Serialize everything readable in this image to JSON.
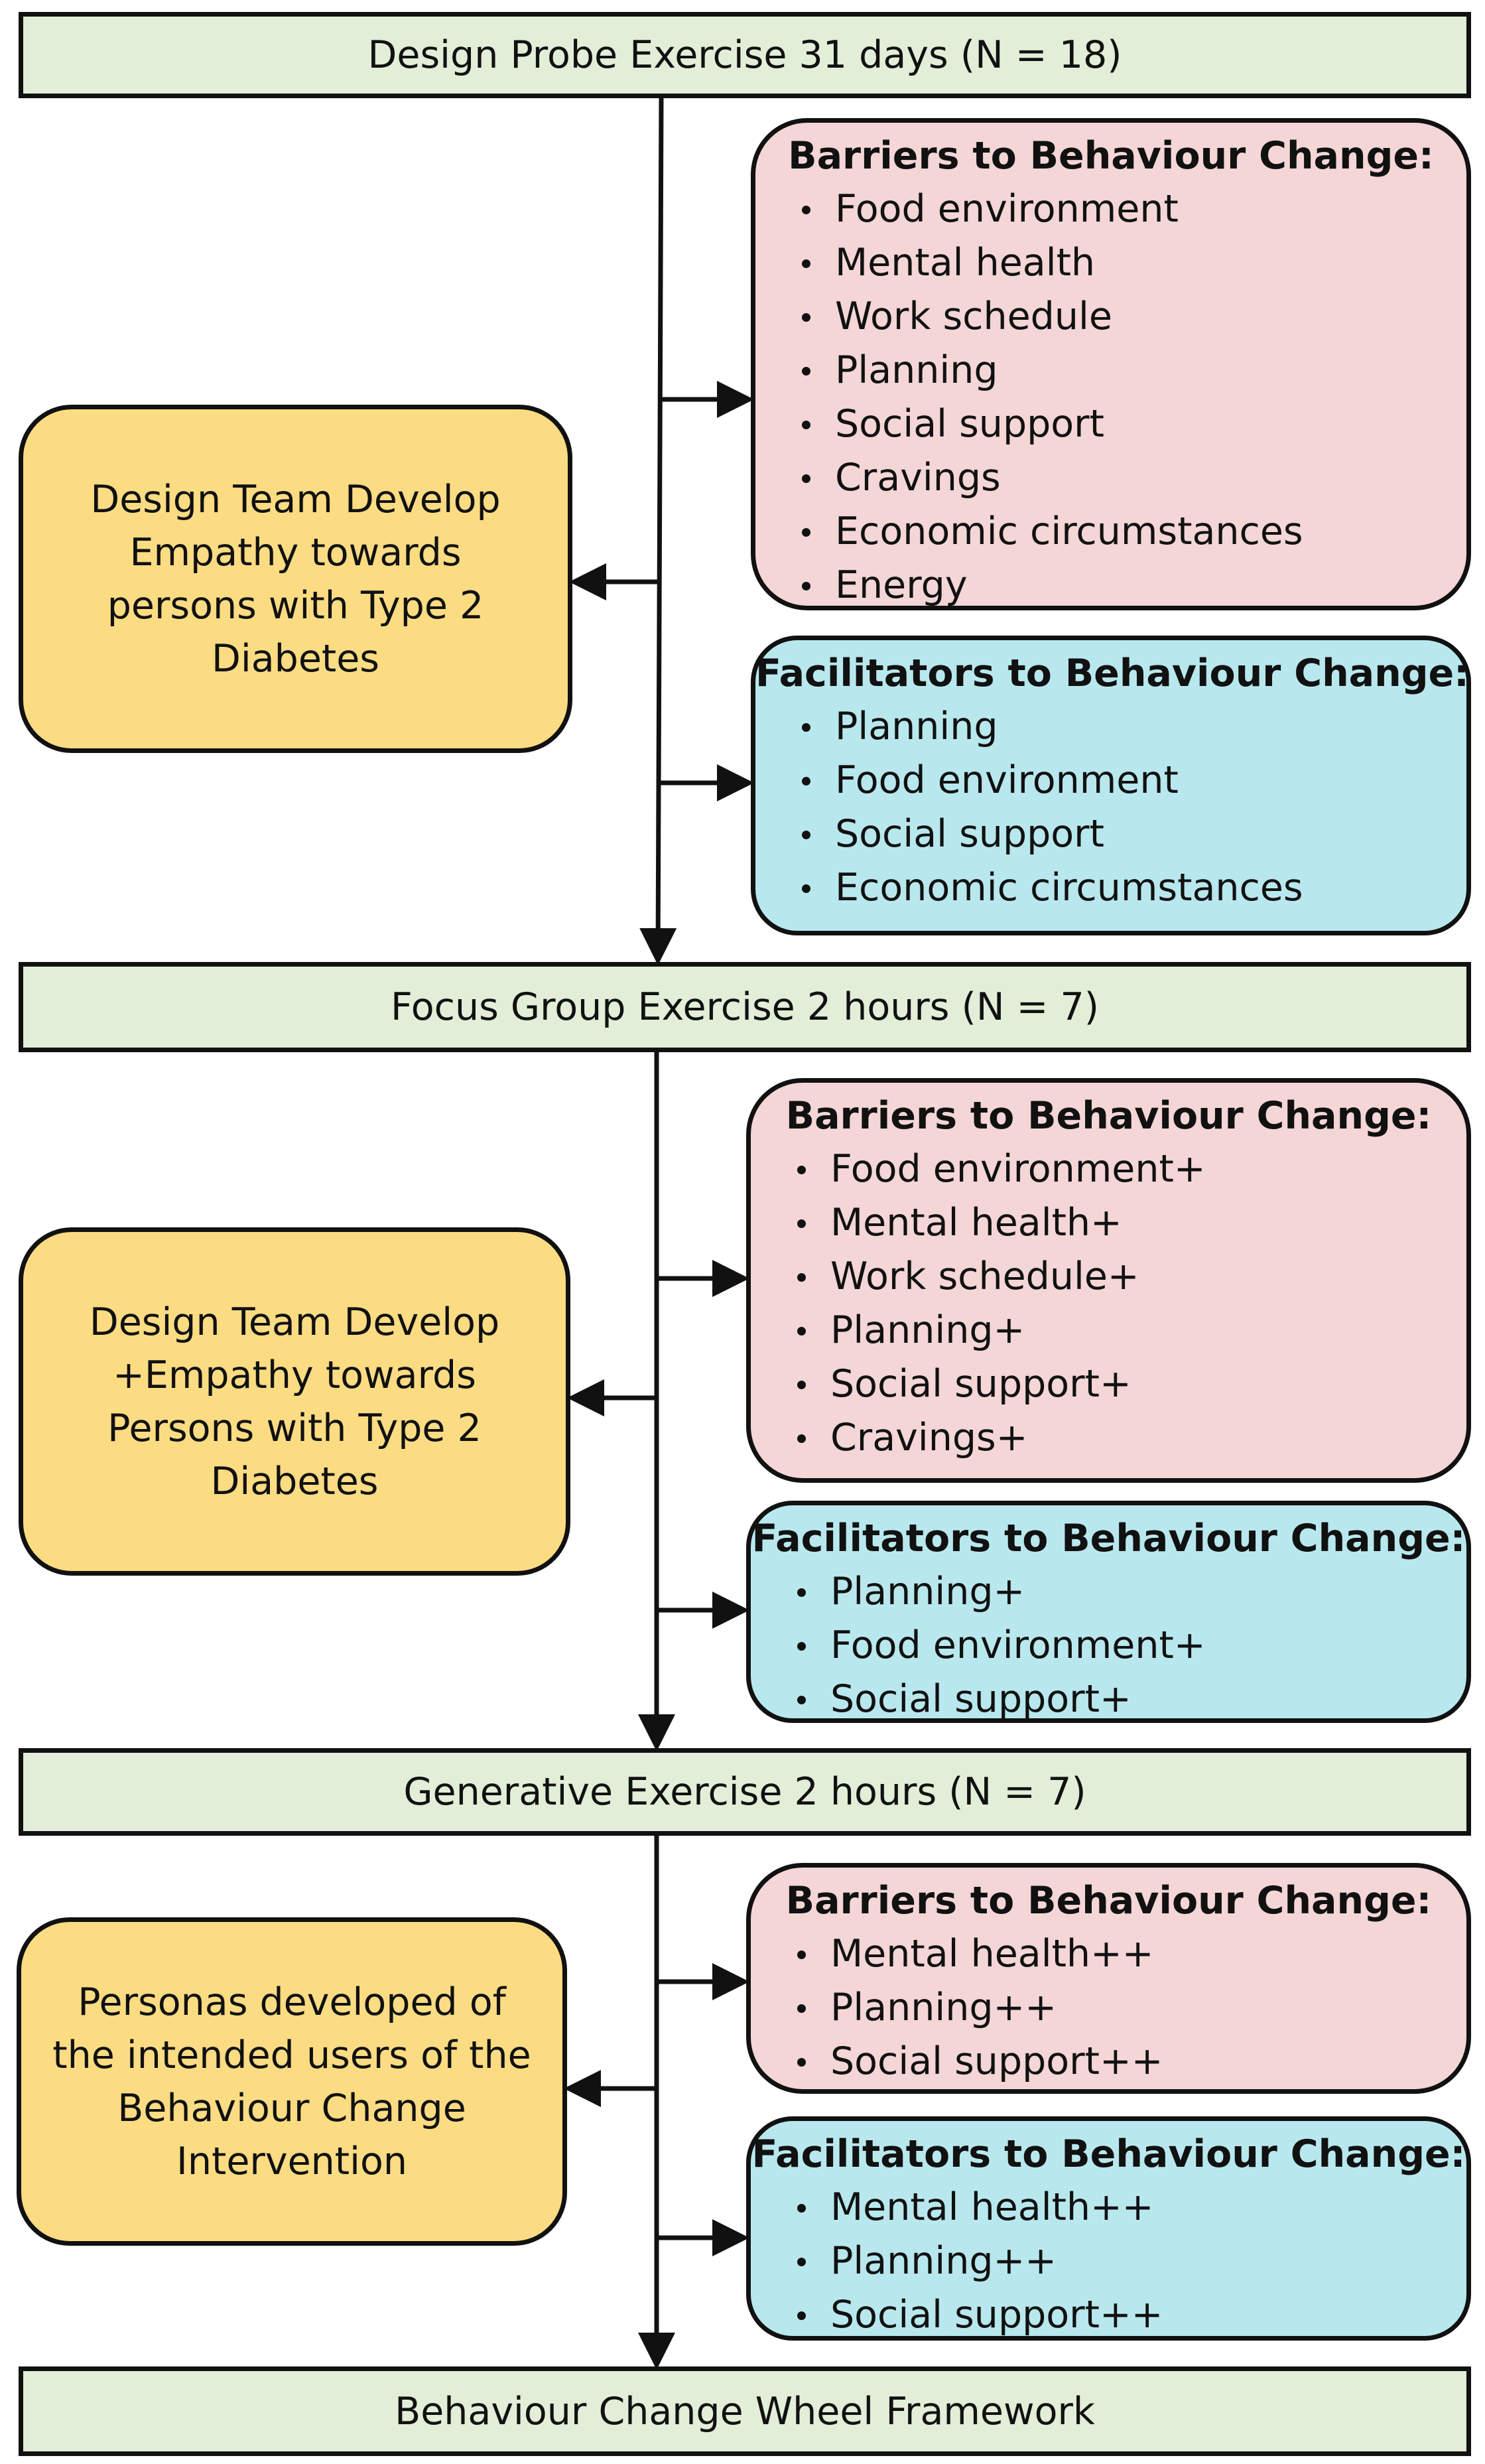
{
  "stages": {
    "probe": "Design Probe Exercise 31 days (N = 18)",
    "focus": "Focus Group Exercise 2 hours (N = 7)",
    "generative": "Generative Exercise 2 hours (N = 7)",
    "framework": "Behaviour Change Wheel Framework"
  },
  "outcomes": {
    "probe": "Design Team Develop Empathy towards persons with Type 2 Diabetes",
    "focus": "Design Team Develop +Empathy towards Persons with Type 2 Diabetes",
    "generative": "Personas developed of the intended users of the Behaviour Change Intervention"
  },
  "barriers_heading": "Barriers to Behaviour Change:",
  "facilitators_heading": "Facilitators to Behaviour Change:",
  "barriers": {
    "probe": [
      "Food environment",
      "Mental health",
      "Work schedule",
      "Planning",
      "Social support",
      "Cravings",
      "Economic circumstances",
      "Energy"
    ],
    "focus": [
      "Food environment+",
      "Mental health+",
      "Work schedule+",
      "Planning+",
      "Social support+",
      "Cravings+"
    ],
    "generative": [
      "Mental health++",
      "Planning++",
      "Social support++"
    ]
  },
  "facilitators": {
    "probe": [
      "Planning",
      "Food environment",
      "Social support",
      "Economic circumstances"
    ],
    "focus": [
      "Planning+",
      "Food environment+",
      "Social support+"
    ],
    "generative": [
      "Mental health++",
      "Planning++",
      "Social support++"
    ]
  }
}
